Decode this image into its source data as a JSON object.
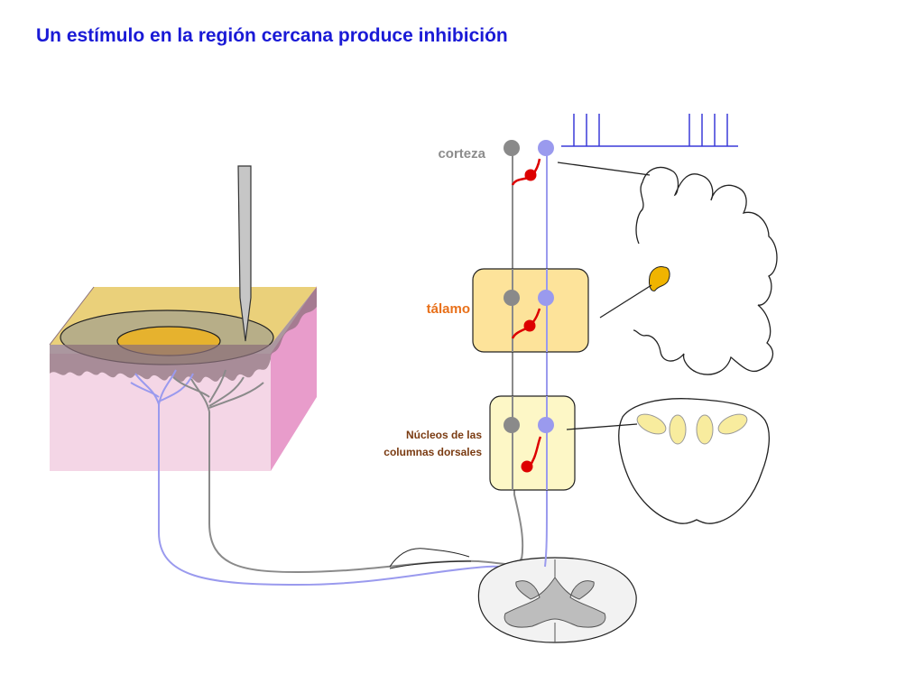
{
  "title": "Un estímulo en la región cercana produce inhibición",
  "labels": {
    "cortex": "corteza",
    "thalamus": "tálamo",
    "dorsal_nuclei_line1": "Núcleos de las",
    "dorsal_nuclei_line2": "columnas dorsales"
  },
  "colors": {
    "title": "#1a1ad6",
    "label_gray": "#8c8c8c",
    "label_orange": "#e8701a",
    "label_brown": "#7a3b12",
    "excitatory_neuron": "#8a8a8a",
    "lateral_neuron": "#9a9aee",
    "inhibitory_terminal": "#dd0000",
    "skin": "#f4d6e6",
    "skin_side": "#e89ccb",
    "thalamus_box": "#fde39a",
    "dorsal_box": "#fdf7c6",
    "receptive_field_center": "#e6b22e"
  },
  "spike_trains": {
    "group_count": 2,
    "spikes_per_group": [
      3,
      4
    ]
  }
}
